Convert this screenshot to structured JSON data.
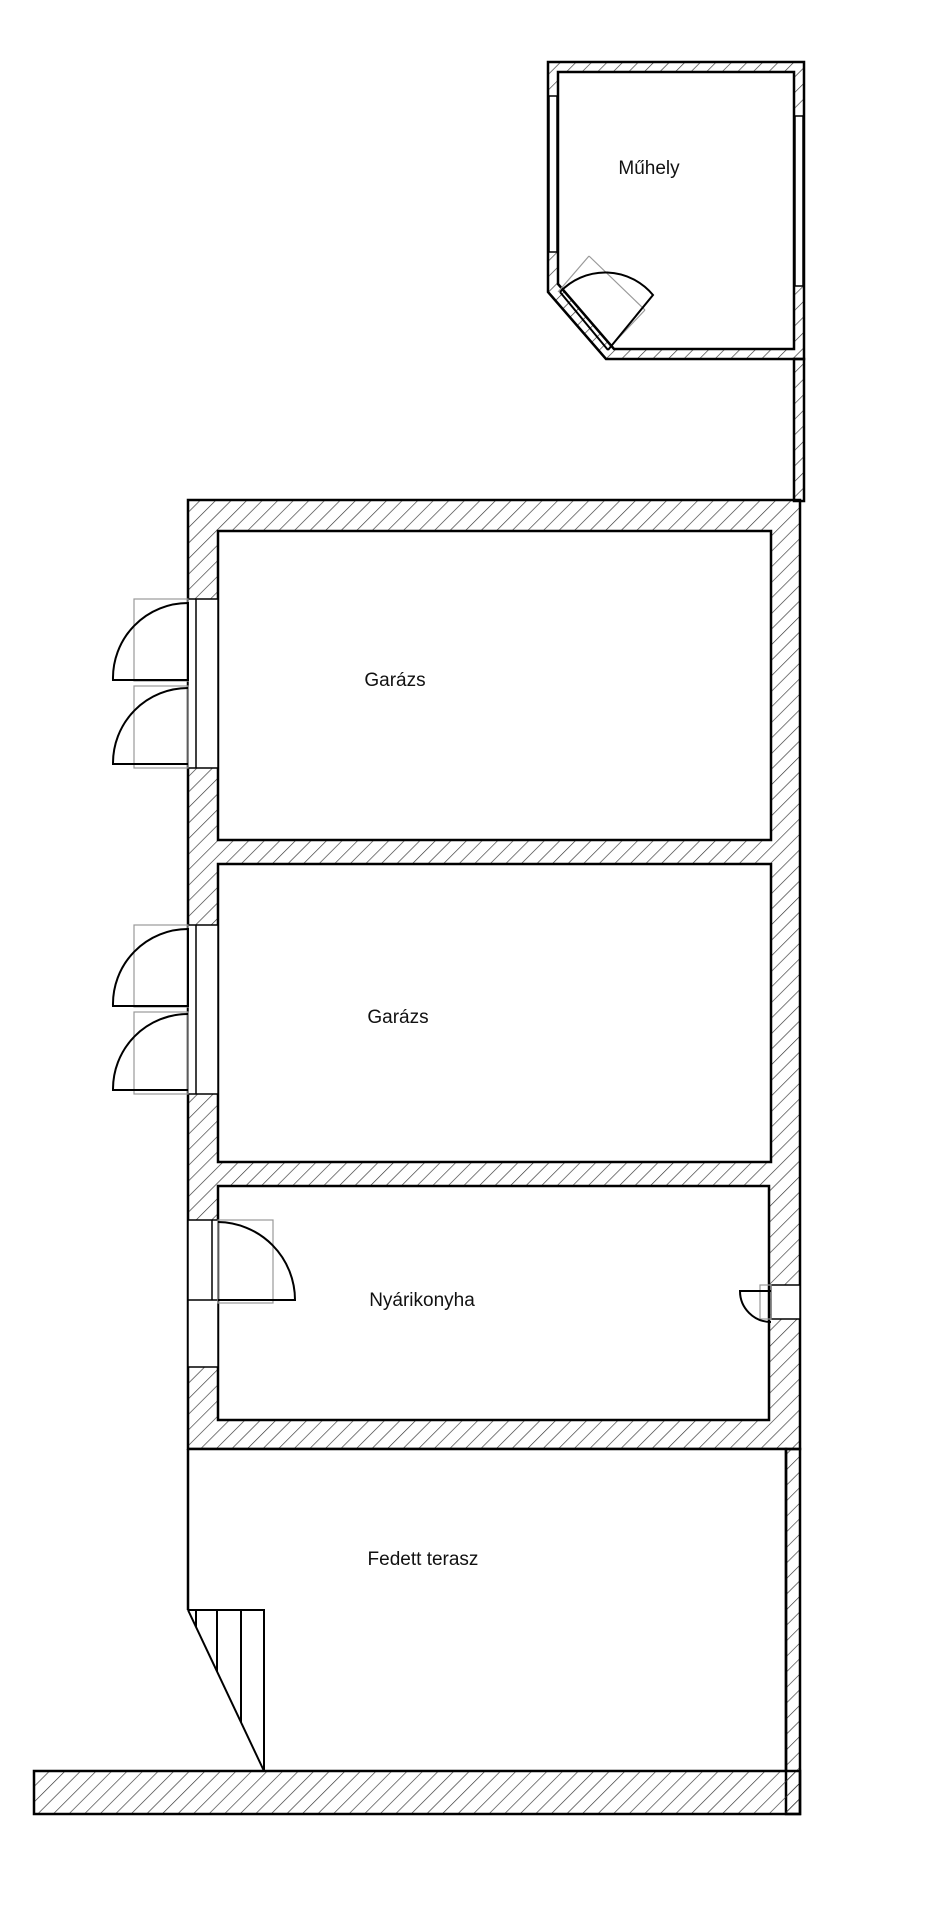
{
  "plan": {
    "rooms": [
      {
        "id": "workshop",
        "label": "Műhely"
      },
      {
        "id": "garage1",
        "label": "Garázs"
      },
      {
        "id": "garage2",
        "label": "Garázs"
      },
      {
        "id": "summer-kitchen",
        "label": "Nyárikonyha"
      },
      {
        "id": "covered-terrace",
        "label": "Fedett terasz"
      }
    ],
    "colors": {
      "wall_line": "#000000",
      "hatch": "#333333",
      "door_guide": "#999999",
      "background": "#ffffff"
    }
  }
}
